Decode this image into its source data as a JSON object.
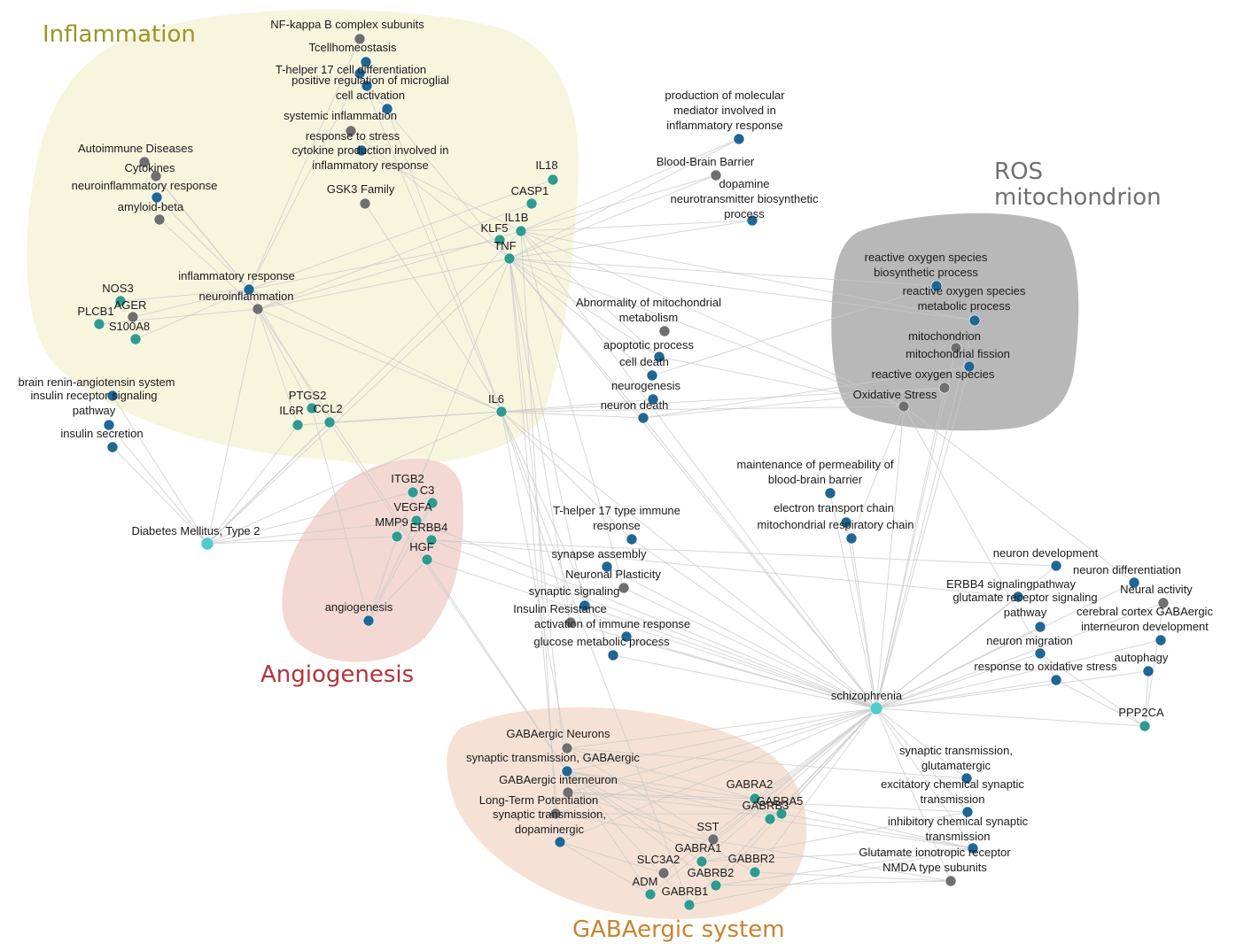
{
  "colors": {
    "node_gene": "#2f9a8e",
    "node_process": "#1f6694",
    "node_term": "#6f6f6f",
    "node_hub": "#4fcccc",
    "edge": "#c9c9c9"
  },
  "clusters": [
    {
      "id": "inflammation",
      "title": "Inflammation",
      "title_color": "#9c9528",
      "fill": "#f8f5df"
    },
    {
      "id": "ros",
      "title_lines": [
        "ROS",
        "mitochondrion"
      ],
      "title_color": "#707070",
      "fill": "#b8b8b8"
    },
    {
      "id": "angiogenesis",
      "title": "Angiogenesis",
      "title_color": "#b5343a",
      "fill": "#f3d8d4"
    },
    {
      "id": "gaba",
      "title": "GABAergic system",
      "title_color": "#c8842f",
      "fill": "#f6e2d4"
    }
  ],
  "nodes": [
    {
      "id": "nfkb",
      "label_lines": [
        "NF-kappa B complex subunits"
      ],
      "kind": "term"
    },
    {
      "id": "tcell",
      "label_lines": [
        "Tcellhomeostasis"
      ],
      "kind": "process"
    },
    {
      "id": "th17diff",
      "label_lines": [
        "T-helper 17 cell differentiation"
      ],
      "kind": "process"
    },
    {
      "id": "microglial",
      "label_lines": [
        "positive regulation of microglial",
        "cell activation"
      ],
      "kind": "process"
    },
    {
      "id": "sysinfl",
      "label_lines": [
        "systemic inflammation"
      ],
      "kind": "process"
    },
    {
      "id": "stress",
      "label_lines": [
        "response to stress"
      ],
      "kind": "term"
    },
    {
      "id": "cytoprod",
      "label_lines": [
        "cytokine production involved in",
        "inflammatory response"
      ],
      "kind": "process"
    },
    {
      "id": "gsk3",
      "label_lines": [
        "GSK3 Family"
      ],
      "kind": "term"
    },
    {
      "id": "autoimm",
      "label_lines": [
        "Autoimmune Diseases"
      ],
      "kind": "term"
    },
    {
      "id": "cytokines",
      "label_lines": [
        "Cytokines"
      ],
      "kind": "term"
    },
    {
      "id": "neuroinflresp",
      "label_lines": [
        "neuroinflammatory response"
      ],
      "kind": "process"
    },
    {
      "id": "amyloid",
      "label_lines": [
        "amyloid-beta"
      ],
      "kind": "term"
    },
    {
      "id": "inflresp",
      "label_lines": [
        "inflammatory response"
      ],
      "kind": "process"
    },
    {
      "id": "neuroinfl",
      "label_lines": [
        "neuroinflammation"
      ],
      "kind": "term"
    },
    {
      "id": "nos3",
      "label_lines": [
        "NOS3"
      ],
      "kind": "gene"
    },
    {
      "id": "ager",
      "label_lines": [
        "AGER"
      ],
      "kind": "term"
    },
    {
      "id": "plcb1",
      "label_lines": [
        "PLCB1"
      ],
      "kind": "gene"
    },
    {
      "id": "s100a8",
      "label_lines": [
        "S100A8"
      ],
      "kind": "gene"
    },
    {
      "id": "il18",
      "label_lines": [
        "IL18"
      ],
      "kind": "gene"
    },
    {
      "id": "casp1",
      "label_lines": [
        "CASP1"
      ],
      "kind": "gene"
    },
    {
      "id": "il1b",
      "label_lines": [
        "IL1B"
      ],
      "kind": "gene"
    },
    {
      "id": "klf5",
      "label_lines": [
        "KLF5"
      ],
      "kind": "gene"
    },
    {
      "id": "tnf",
      "label_lines": [
        "TNF"
      ],
      "kind": "gene"
    },
    {
      "id": "ptgs2",
      "label_lines": [
        "PTGS2"
      ],
      "kind": "gene"
    },
    {
      "id": "il6r",
      "label_lines": [
        "IL6R"
      ],
      "kind": "gene"
    },
    {
      "id": "ccl2",
      "label_lines": [
        "CCL2"
      ],
      "kind": "gene"
    },
    {
      "id": "il6",
      "label_lines": [
        "IL6"
      ],
      "kind": "gene"
    },
    {
      "id": "brainrenin",
      "label_lines": [
        "brain renin-angiotensin system"
      ],
      "kind": "process"
    },
    {
      "id": "insulinrec",
      "label_lines": [
        "insulin receptor signaling",
        "pathway"
      ],
      "kind": "process"
    },
    {
      "id": "insulinsec",
      "label_lines": [
        "insulin secretion"
      ],
      "kind": "process"
    },
    {
      "id": "diabetes",
      "label_lines": [
        "Diabetes Mellitus, Type 2"
      ],
      "kind": "hub"
    },
    {
      "id": "prodmol",
      "label_lines": [
        "production of molecular",
        "mediator involved in",
        "inflammatory response"
      ],
      "kind": "process"
    },
    {
      "id": "bbb",
      "label_lines": [
        "Blood-Brain Barrier"
      ],
      "kind": "term"
    },
    {
      "id": "dopamine",
      "label_lines": [
        "dopamine",
        "neurotransmitter biosynthetic",
        "process"
      ],
      "kind": "process"
    },
    {
      "id": "rosbio",
      "label_lines": [
        "reactive oxygen species",
        "biosynthetic process"
      ],
      "kind": "process"
    },
    {
      "id": "rosmet",
      "label_lines": [
        "reactive oxygen species",
        "metabolic process"
      ],
      "kind": "process"
    },
    {
      "id": "mito",
      "label_lines": [
        "mitochondrion"
      ],
      "kind": "term"
    },
    {
      "id": "mitofis",
      "label_lines": [
        "mitochondrial fission"
      ],
      "kind": "process"
    },
    {
      "id": "ros",
      "label_lines": [
        "reactive oxygen species"
      ],
      "kind": "term"
    },
    {
      "id": "oxstress",
      "label_lines": [
        "Oxidative Stress"
      ],
      "kind": "term"
    },
    {
      "id": "abnmito",
      "label_lines": [
        "Abnormality of mitochondrial",
        "metabolism"
      ],
      "kind": "term"
    },
    {
      "id": "apop",
      "label_lines": [
        "apoptotic process"
      ],
      "kind": "process"
    },
    {
      "id": "celldeath",
      "label_lines": [
        "cell death"
      ],
      "kind": "process"
    },
    {
      "id": "neurogen",
      "label_lines": [
        "neurogenesis"
      ],
      "kind": "process"
    },
    {
      "id": "neurondeath",
      "label_lines": [
        "neuron death"
      ],
      "kind": "process"
    },
    {
      "id": "itgb2",
      "label_lines": [
        "ITGB2"
      ],
      "kind": "gene"
    },
    {
      "id": "c3",
      "label_lines": [
        "C3"
      ],
      "kind": "gene"
    },
    {
      "id": "vegfa",
      "label_lines": [
        "VEGFA"
      ],
      "kind": "gene"
    },
    {
      "id": "mmp9",
      "label_lines": [
        "MMP9"
      ],
      "kind": "gene"
    },
    {
      "id": "erbb4",
      "label_lines": [
        "ERBB4"
      ],
      "kind": "gene"
    },
    {
      "id": "hgf",
      "label_lines": [
        "HGF"
      ],
      "kind": "gene"
    },
    {
      "id": "angiogen",
      "label_lines": [
        "angiogenesis"
      ],
      "kind": "process"
    },
    {
      "id": "maintperm",
      "label_lines": [
        "maintenance of permeability of",
        "blood-brain barrier"
      ],
      "kind": "process"
    },
    {
      "id": "etc",
      "label_lines": [
        "electron transport chain"
      ],
      "kind": "process"
    },
    {
      "id": "mrc",
      "label_lines": [
        "mitochondrial respiratory chain"
      ],
      "kind": "process"
    },
    {
      "id": "th17resp",
      "label_lines": [
        "T-helper 17 type immune",
        "response"
      ],
      "kind": "process"
    },
    {
      "id": "synassem",
      "label_lines": [
        "synapse assembly"
      ],
      "kind": "process"
    },
    {
      "id": "neuroplast",
      "label_lines": [
        "Neuronal Plasticity"
      ],
      "kind": "term"
    },
    {
      "id": "synsig",
      "label_lines": [
        "synaptic signaling"
      ],
      "kind": "process"
    },
    {
      "id": "insres",
      "label_lines": [
        "Insulin Resistance"
      ],
      "kind": "term"
    },
    {
      "id": "actimm",
      "label_lines": [
        "activation of immune response"
      ],
      "kind": "process"
    },
    {
      "id": "glucose",
      "label_lines": [
        "glucose metabolic process"
      ],
      "kind": "process"
    },
    {
      "id": "neurodev",
      "label_lines": [
        "neuron development"
      ],
      "kind": "process"
    },
    {
      "id": "neurodiff",
      "label_lines": [
        "neuron differentiation"
      ],
      "kind": "process"
    },
    {
      "id": "erbb4sig",
      "label_lines": [
        "ERBB4 signalingpathway"
      ],
      "kind": "process"
    },
    {
      "id": "neuralact",
      "label_lines": [
        "Neural activity"
      ],
      "kind": "term"
    },
    {
      "id": "glutrec",
      "label_lines": [
        "glutamate receptor signaling",
        "pathway"
      ],
      "kind": "process"
    },
    {
      "id": "cortex",
      "label_lines": [
        "cerebral cortex GABAergic",
        "interneuron development"
      ],
      "kind": "process"
    },
    {
      "id": "neuromig",
      "label_lines": [
        "neuron migration"
      ],
      "kind": "process"
    },
    {
      "id": "autophagy",
      "label_lines": [
        "autophagy"
      ],
      "kind": "process"
    },
    {
      "id": "oxresp",
      "label_lines": [
        "response to oxidative stress"
      ],
      "kind": "process"
    },
    {
      "id": "schizo",
      "label_lines": [
        "schizophrenia"
      ],
      "kind": "hub"
    },
    {
      "id": "ppp2ca",
      "label_lines": [
        "PPP2CA"
      ],
      "kind": "gene"
    },
    {
      "id": "gabaneur",
      "label_lines": [
        "GABAergic Neurons"
      ],
      "kind": "term"
    },
    {
      "id": "syngaba",
      "label_lines": [
        "synaptic transmission, GABAergic"
      ],
      "kind": "process"
    },
    {
      "id": "gabainter",
      "label_lines": [
        "GABAergic interneuron"
      ],
      "kind": "term"
    },
    {
      "id": "ltp",
      "label_lines": [
        "Long-Term Potentiation"
      ],
      "kind": "term"
    },
    {
      "id": "syndopa",
      "label_lines": [
        "synaptic transmission,",
        "dopaminergic"
      ],
      "kind": "process"
    },
    {
      "id": "synglut",
      "label_lines": [
        "synaptic transmission,",
        "glutamatergic"
      ],
      "kind": "process"
    },
    {
      "id": "excit",
      "label_lines": [
        "excitatory chemical synaptic",
        "transmission"
      ],
      "kind": "process"
    },
    {
      "id": "inhib",
      "label_lines": [
        "inhibitory chemical synaptic",
        "transmission"
      ],
      "kind": "process"
    },
    {
      "id": "glutionic",
      "label_lines": [
        "Glutamate ionotropic receptor",
        "NMDA type subunits"
      ],
      "kind": "term"
    },
    {
      "id": "gabra2",
      "label_lines": [
        "GABRA2"
      ],
      "kind": "gene"
    },
    {
      "id": "gabra5",
      "label_lines": [
        "GABRA5"
      ],
      "kind": "gene"
    },
    {
      "id": "gabrb3",
      "label_lines": [
        "GABRB3"
      ],
      "kind": "gene"
    },
    {
      "id": "sst",
      "label_lines": [
        "SST"
      ],
      "kind": "term"
    },
    {
      "id": "gabra1",
      "label_lines": [
        "GABRA1"
      ],
      "kind": "gene"
    },
    {
      "id": "slc3a2",
      "label_lines": [
        "SLC3A2"
      ],
      "kind": "term"
    },
    {
      "id": "gabbr2",
      "label_lines": [
        "GABBR2"
      ],
      "kind": "gene"
    },
    {
      "id": "gabrb2",
      "label_lines": [
        "GABRB2"
      ],
      "kind": "gene"
    },
    {
      "id": "adm",
      "label_lines": [
        "ADM"
      ],
      "kind": "gene"
    },
    {
      "id": "gabrb1",
      "label_lines": [
        "GABRB1"
      ],
      "kind": "gene"
    }
  ],
  "edges": [
    [
      "nfkb",
      "inflresp"
    ],
    [
      "tcell",
      "inflresp"
    ],
    [
      "th17diff",
      "il6"
    ],
    [
      "microglial",
      "tnf"
    ],
    [
      "sysinfl",
      "il6"
    ],
    [
      "stress",
      "tnf"
    ],
    [
      "cytoprod",
      "il1b"
    ],
    [
      "gsk3",
      "il6"
    ],
    [
      "autoimm",
      "inflresp"
    ],
    [
      "cytokines",
      "inflresp"
    ],
    [
      "neuroinflresp",
      "inflresp"
    ],
    [
      "amyloid",
      "neuroinfl"
    ],
    [
      "nos3",
      "inflresp"
    ],
    [
      "ager",
      "inflresp"
    ],
    [
      "plcb1",
      "neuroinfl"
    ],
    [
      "s100a8",
      "inflresp"
    ],
    [
      "il18",
      "inflresp"
    ],
    [
      "casp1",
      "neuroinfl"
    ],
    [
      "il1b",
      "neuroinfl"
    ],
    [
      "klf5",
      "inflresp"
    ],
    [
      "tnf",
      "neuroinfl"
    ],
    [
      "ptgs2",
      "neuroinfl"
    ],
    [
      "il6r",
      "neuroinfl"
    ],
    [
      "ccl2",
      "inflresp"
    ],
    [
      "il6",
      "neuroinfl"
    ],
    [
      "il6",
      "inflresp"
    ],
    [
      "il6",
      "ccl2"
    ],
    [
      "il6",
      "il6r"
    ],
    [
      "il6",
      "neurondeath"
    ],
    [
      "il6",
      "neurogen"
    ],
    [
      "il6",
      "oxstress"
    ],
    [
      "il6",
      "ros"
    ],
    [
      "il6",
      "schizo"
    ],
    [
      "il6",
      "diabetes"
    ],
    [
      "il6",
      "insres"
    ],
    [
      "il6",
      "th17resp"
    ],
    [
      "il6",
      "glucose"
    ],
    [
      "tnf",
      "oxstress"
    ],
    [
      "tnf",
      "rosbio"
    ],
    [
      "tnf",
      "rosmet"
    ],
    [
      "tnf",
      "apop"
    ],
    [
      "tnf",
      "celldeath"
    ],
    [
      "tnf",
      "neurondeath"
    ],
    [
      "tnf",
      "bbb"
    ],
    [
      "tnf",
      "prodmol"
    ],
    [
      "tnf",
      "dopamine"
    ],
    [
      "tnf",
      "schizo"
    ],
    [
      "tnf",
      "diabetes"
    ],
    [
      "tnf",
      "insres"
    ],
    [
      "tnf",
      "synsig"
    ],
    [
      "tnf",
      "mmp9"
    ],
    [
      "il1b",
      "bbb"
    ],
    [
      "il1b",
      "prodmol"
    ],
    [
      "il1b",
      "dopamine"
    ],
    [
      "il1b",
      "oxstress"
    ],
    [
      "il1b",
      "apop"
    ],
    [
      "il1b",
      "schizo"
    ],
    [
      "il1b",
      "rosmet"
    ],
    [
      "il1b",
      "neuroplast"
    ],
    [
      "ccl2",
      "diabetes"
    ],
    [
      "il6r",
      "diabetes"
    ],
    [
      "ptgs2",
      "angiogen"
    ],
    [
      "insulinrec",
      "diabetes"
    ],
    [
      "insulinsec",
      "diabetes"
    ],
    [
      "brainrenin",
      "diabetes"
    ],
    [
      "mmp9",
      "diabetes"
    ],
    [
      "vegfa",
      "diabetes"
    ],
    [
      "itgb2",
      "diabetes"
    ],
    [
      "mmp9",
      "angiogen"
    ],
    [
      "vegfa",
      "angiogen"
    ],
    [
      "hgf",
      "angiogen"
    ],
    [
      "c3",
      "angiogen"
    ],
    [
      "hgf",
      "schizo"
    ],
    [
      "erbb4",
      "schizo"
    ],
    [
      "erbb4",
      "neurodev"
    ],
    [
      "erbb4",
      "erbb4sig"
    ],
    [
      "vegfa",
      "schizo"
    ],
    [
      "schizo",
      "oxstress"
    ],
    [
      "schizo",
      "ros"
    ],
    [
      "schizo",
      "mito"
    ],
    [
      "schizo",
      "mitofis"
    ],
    [
      "schizo",
      "rosmet"
    ],
    [
      "schizo",
      "maintperm"
    ],
    [
      "schizo",
      "etc"
    ],
    [
      "schizo",
      "mrc"
    ],
    [
      "schizo",
      "neurondeath"
    ],
    [
      "schizo",
      "neurodev"
    ],
    [
      "schizo",
      "neurodiff"
    ],
    [
      "schizo",
      "erbb4sig"
    ],
    [
      "schizo",
      "neuralact"
    ],
    [
      "schizo",
      "glutrec"
    ],
    [
      "schizo",
      "cortex"
    ],
    [
      "schizo",
      "neuromig"
    ],
    [
      "schizo",
      "autophagy"
    ],
    [
      "schizo",
      "oxresp"
    ],
    [
      "schizo",
      "ppp2ca"
    ],
    [
      "schizo",
      "synassem"
    ],
    [
      "schizo",
      "neuroplast"
    ],
    [
      "schizo",
      "synsig"
    ],
    [
      "schizo",
      "insres"
    ],
    [
      "schizo",
      "actimm"
    ],
    [
      "schizo",
      "glucose"
    ],
    [
      "schizo",
      "gabaneur"
    ],
    [
      "schizo",
      "syngaba"
    ],
    [
      "schizo",
      "gabainter"
    ],
    [
      "schizo",
      "ltp"
    ],
    [
      "schizo",
      "syndopa"
    ],
    [
      "schizo",
      "synglut"
    ],
    [
      "schizo",
      "excit"
    ],
    [
      "schizo",
      "inhib"
    ],
    [
      "schizo",
      "glutionic"
    ],
    [
      "schizo",
      "gabra2"
    ],
    [
      "schizo",
      "gabra5"
    ],
    [
      "schizo",
      "gabrb3"
    ],
    [
      "schizo",
      "sst"
    ],
    [
      "schizo",
      "gabra1"
    ],
    [
      "schizo",
      "slc3a2"
    ],
    [
      "schizo",
      "gabbr2"
    ],
    [
      "schizo",
      "gabrb2"
    ],
    [
      "schizo",
      "adm"
    ],
    [
      "schizo",
      "gabrb1"
    ],
    [
      "schizo",
      "th17resp"
    ],
    [
      "ppp2ca",
      "autophagy"
    ],
    [
      "ppp2ca",
      "oxresp"
    ],
    [
      "ppp2ca",
      "neuralact"
    ],
    [
      "ppp2ca",
      "neuromig"
    ],
    [
      "oxstress",
      "oxresp"
    ],
    [
      "oxstress",
      "neurodiff"
    ],
    [
      "oxstress",
      "mrc"
    ],
    [
      "oxstress",
      "apop"
    ],
    [
      "ros",
      "neurondeath"
    ],
    [
      "rosbio",
      "celldeath"
    ],
    [
      "mitofis",
      "neurondeath"
    ],
    [
      "gabra2",
      "syngaba"
    ],
    [
      "gabra2",
      "gabainter"
    ],
    [
      "gabra2",
      "gabaneur"
    ],
    [
      "gabra2",
      "inhib"
    ],
    [
      "gabra5",
      "syngaba"
    ],
    [
      "gabra5",
      "gabainter"
    ],
    [
      "gabra5",
      "ltp"
    ],
    [
      "gabra5",
      "inhib"
    ],
    [
      "gabrb3",
      "syngaba"
    ],
    [
      "gabrb3",
      "inhib"
    ],
    [
      "gabra1",
      "syngaba"
    ],
    [
      "gabra1",
      "inhib"
    ],
    [
      "gabrb2",
      "syngaba"
    ],
    [
      "gabrb2",
      "inhib"
    ],
    [
      "gabrb1",
      "syngaba"
    ],
    [
      "gabrb1",
      "inhib"
    ],
    [
      "gabbr2",
      "syngaba"
    ],
    [
      "gabbr2",
      "glutionic"
    ],
    [
      "sst",
      "gabainter"
    ],
    [
      "sst",
      "gabaneur"
    ],
    [
      "adm",
      "syndopa"
    ],
    [
      "slc3a2",
      "syndopa"
    ],
    [
      "gabra1",
      "excit"
    ],
    [
      "gabrb2",
      "glutionic"
    ],
    [
      "gabaneur",
      "synglut"
    ],
    [
      "gabainter",
      "excit"
    ],
    [
      "ltp",
      "glutionic"
    ],
    [
      "gabaneur",
      "il6"
    ],
    [
      "gabainter",
      "tnf"
    ],
    [
      "syngaba",
      "neuroinfl"
    ],
    [
      "ltp",
      "il1b"
    ],
    [
      "syndopa",
      "tnf"
    ],
    [
      "gabrb1",
      "il6"
    ],
    [
      "adm",
      "ccl2"
    ],
    [
      "diabetes",
      "neuroinfl"
    ],
    [
      "diabetes",
      "il1b"
    ]
  ]
}
